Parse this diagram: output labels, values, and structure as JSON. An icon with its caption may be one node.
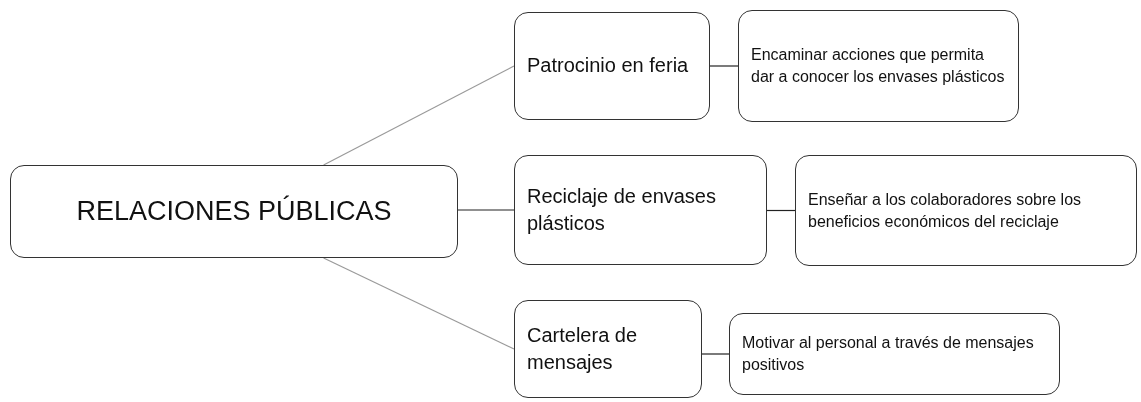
{
  "diagram": {
    "nodes": [
      {
        "text": [
          "RELACIONES PÚBLICAS"
        ]
      },
      {
        "text": [
          "Patrocinio en feria"
        ]
      },
      {
        "text": [
          "Reciclaje de envases plásticos"
        ]
      },
      {
        "text": [
          "Cartelera de mensajes"
        ]
      },
      {
        "text": [
          "Encaminar acciones que permita dar a conocer los envases plásticos"
        ]
      },
      {
        "text": [
          "Enseñar a los colaboradores sobre los beneficios económicos del reciclaje"
        ]
      },
      {
        "text": [
          "Motivar al personal a través de mensajes positivos"
        ]
      }
    ],
    "edges": [
      {
        "from": 0,
        "to": 1,
        "arrow": "none",
        "color": "#9a9a9a"
      },
      {
        "from": 0,
        "to": 2,
        "arrow": "none"
      },
      {
        "from": 0,
        "to": 3,
        "arrow": "none",
        "color": "#9a9a9a"
      },
      {
        "from": 1,
        "to": 4,
        "arrow": "none"
      },
      {
        "from": 2,
        "to": 5,
        "arrow": "none"
      },
      {
        "from": 3,
        "to": 6,
        "arrow": "none"
      }
    ]
  }
}
